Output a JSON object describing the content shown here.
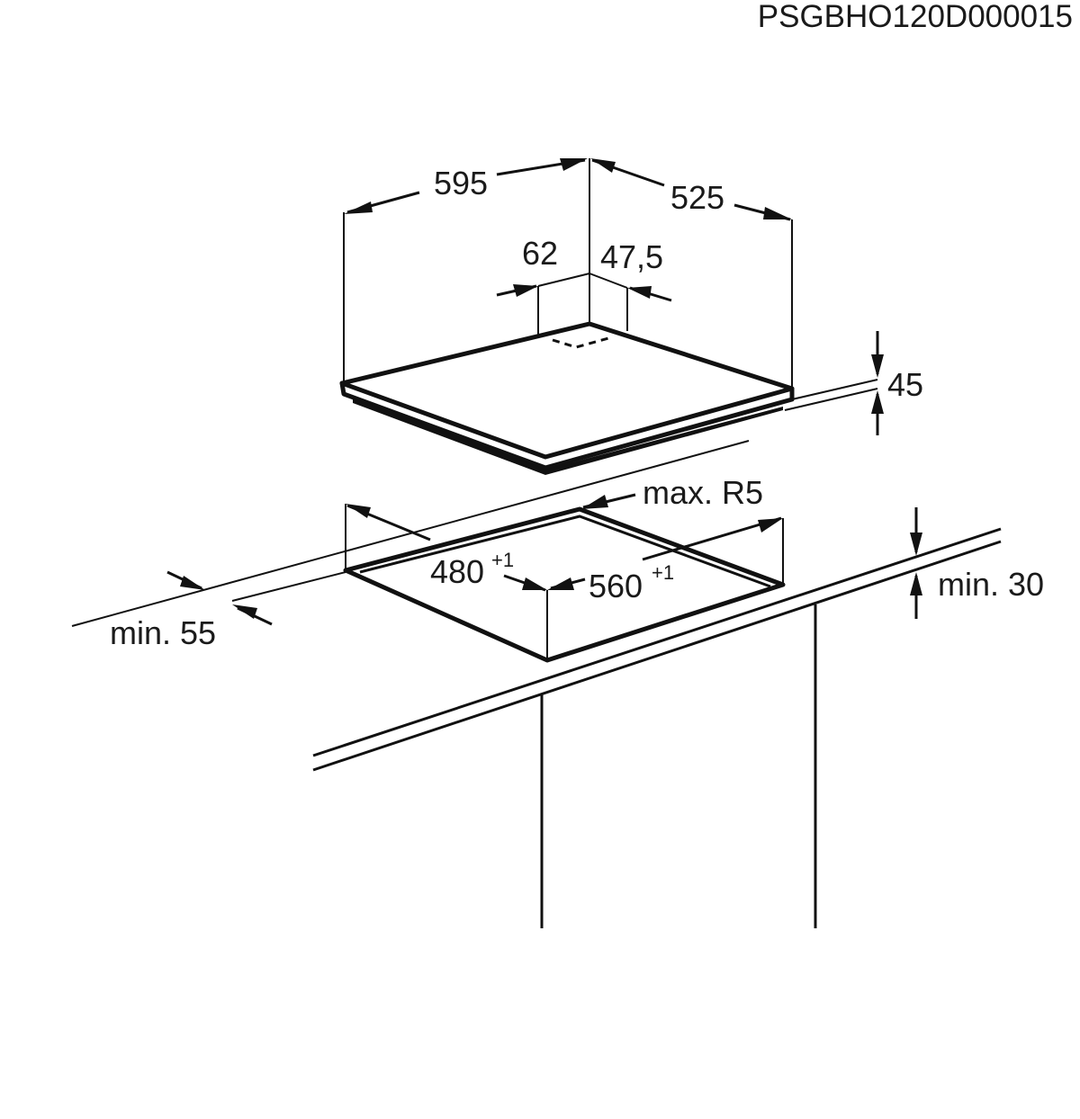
{
  "document_code": "PSGBHO120D000015",
  "hob": {
    "width_label": "595",
    "depth_label": "525",
    "height_label": "45",
    "connector_left_label": "62",
    "connector_right_label": "47,5"
  },
  "cutout": {
    "depth_label": "480",
    "depth_tolerance": "+1",
    "width_label": "560",
    "width_tolerance": "+1",
    "corner_radius_label": "max. R5",
    "front_distance_label": "min. 55",
    "side_distance_label": "min. 30"
  }
}
